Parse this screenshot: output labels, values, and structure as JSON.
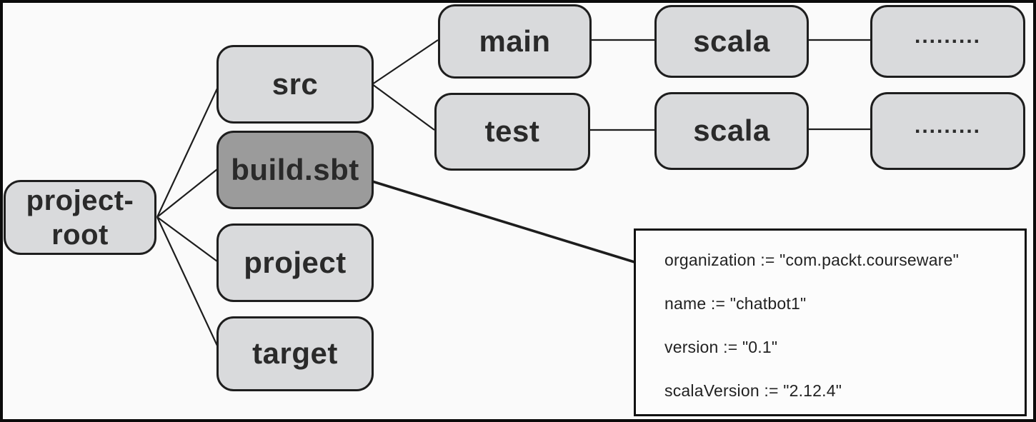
{
  "nodes": {
    "project_root": "project-root",
    "src": "src",
    "build_sbt": "build.sbt",
    "project": "project",
    "target": "target",
    "main": "main",
    "test": "test",
    "scala_main": "scala",
    "scala_test": "scala",
    "ellipsis_main": ".........",
    "ellipsis_test": "........."
  },
  "build_sbt_contents": {
    "lines": [
      "organization := \"com.packt.courseware\"",
      "name := \"chatbot1\"",
      "version := \"0.1\"",
      "scalaVersion := \"2.12.4\""
    ]
  },
  "colors": {
    "node_fill": "#d9dadc",
    "highlight_node_fill": "#9b9b9b",
    "node_border": "#1e1e1e",
    "connector_line": "#1d1d1d",
    "background": "#fafafa",
    "codebox_fill": "#fcfcfc"
  }
}
